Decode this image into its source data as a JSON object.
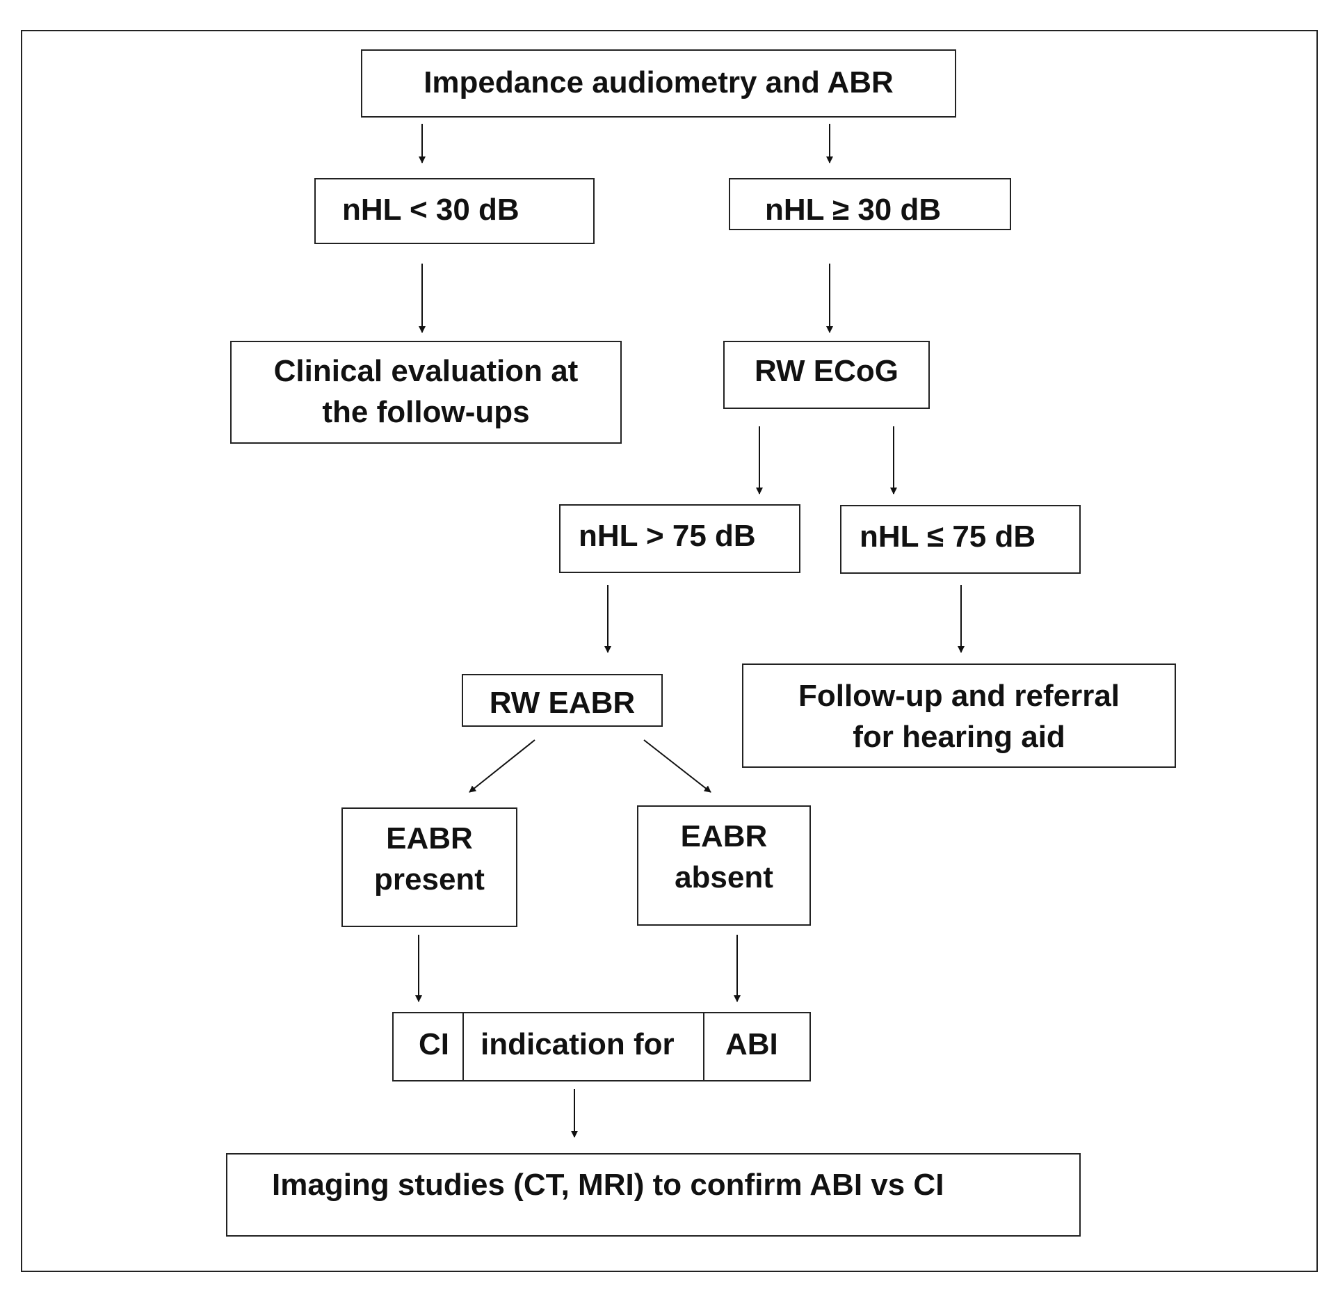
{
  "nodes": {
    "start": "Impedance audiometry and ABR",
    "nhl_lt_30": "nHL < 30 dB",
    "nhl_ge_30": "nHL ≥ 30 dB",
    "clinical_line1": "Clinical evaluation at",
    "clinical_line2": "the follow-ups",
    "rw_ecog": "RW ECoG",
    "nhl_gt_75": "nHL > 75 dB",
    "nhl_le_75": "nHL ≤ 75 dB",
    "rw_eabr": "RW EABR",
    "followup_line1": "Follow-up and referral",
    "followup_line2": "for hearing aid",
    "eabr_present_line1": "EABR",
    "eabr_present_line2": "present",
    "eabr_absent_line1": "EABR",
    "eabr_absent_line2": "absent",
    "ci": "CI",
    "indication_for": "indication for",
    "abi": "ABI",
    "imaging": "Imaging studies (CT, MRI) to confirm ABI vs CI"
  }
}
